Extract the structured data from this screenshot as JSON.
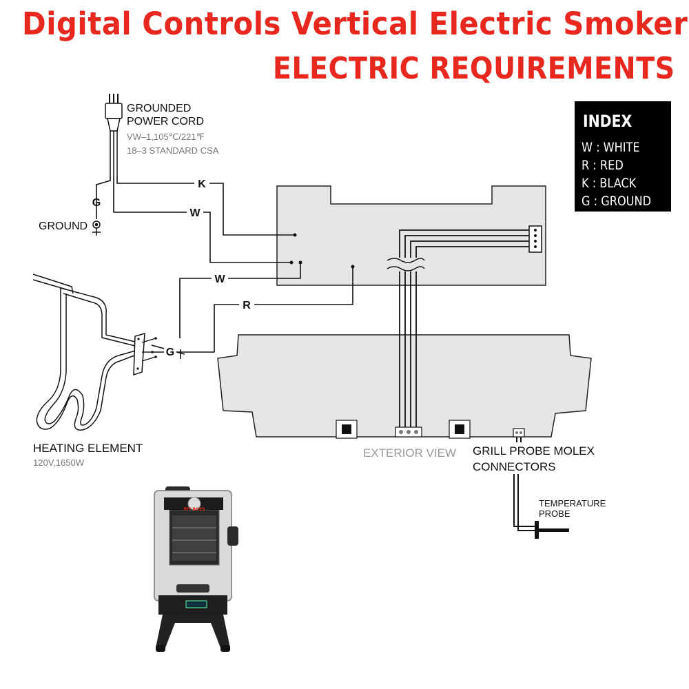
{
  "title": {
    "line1": "Digital Controls Vertical Electric Smokers",
    "line2": "ELECTRIC REQUIREMENTS"
  },
  "colors": {
    "title": "#e8281e",
    "panel_fill": "#e6e6e6",
    "line": "#111111",
    "index_bg": "#000000"
  },
  "power_cord": {
    "title_line1": "GROUNDED",
    "title_line2": "POWER CORD",
    "spec1": "VW–1,105℃/221℉",
    "spec2": "18–3 STANDARD CSA",
    "ground_label": "GROUND",
    "g_label": "G"
  },
  "wires": {
    "k": "K",
    "w1": "W",
    "w2": "W",
    "r": "R",
    "g": "G"
  },
  "heating_element": {
    "title": "HEATING ELEMENT",
    "spec": "120V,1650W"
  },
  "exterior_view": "EXTERIOR VIEW",
  "molex": {
    "line1": "GRILL PROBE MOLEX",
    "line2": "CONNECTORS"
  },
  "probe": {
    "line1": "TEMPERATURE",
    "line2": "PROBE"
  },
  "index": {
    "heading": "INDEX",
    "items": [
      "W : WHITE",
      "R : RED",
      "K : BLACK",
      "G : GROUND"
    ]
  },
  "smoker_brand": "PIT BOSS"
}
